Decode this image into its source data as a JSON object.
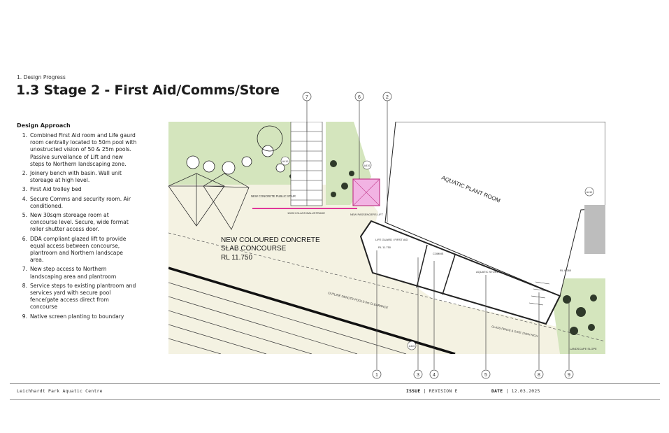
{
  "breadcrumb": "1. Design Progress",
  "title": "1.3 Stage 2 - First Aid/Comms/Store",
  "approach": {
    "heading": "Design Approach",
    "items": [
      {
        "num": "1.",
        "text": "Combined First Aid room and Life gaurd room centrally located to 50m pool with unostructed vision of 50 & 25m pools. Passive surveilance of Lift and new steps to Northern landscaping zone."
      },
      {
        "num": "2.",
        "text": "Joinery bench with basin. Wall unit storeage at high level."
      },
      {
        "num": "3.",
        "text": "First Aid trolley bed"
      },
      {
        "num": "4.",
        "text": "Secure Comms and security room. Air conditioned."
      },
      {
        "num": "5.",
        "text": "New 30sqm storeage room at concourse level. Secure, wide format roller shutter access door."
      },
      {
        "num": "6.",
        "text": "DDA compliant glazed lift to provide equal access between concourse, plantroom and Northern landscape area."
      },
      {
        "num": "7.",
        "text": "New step access to Northern landscaping area and plantroom"
      },
      {
        "num": "8.",
        "text": "Service steps to existing plantroom and services yard with secure pool fence/gate access direct from concourse"
      },
      {
        "num": "9.",
        "text": "Native screen planting to boundary"
      }
    ]
  },
  "plan": {
    "concourse_line1": "NEW COLOURED CONCRETE",
    "concourse_line2": "SLAB CONCOURSE",
    "concourse_rl": "RL 11.750",
    "plant_room": "AQUATIC PLANT ROOM",
    "public_stair": "NEW CONCRETE PUBLIC STAIR",
    "balustrade": "1000H GLASS BALUSTRADE",
    "passenger_lift": "NEW PASSENGERS LIFT",
    "first_aid": "LIFE GUARD / FIRST AID",
    "comms": "COMMS",
    "store": "AQUATIC STORE",
    "outline_note": "OUTLINE DENOTE POOLS 0m CLEARANCE",
    "glass_fence": "GLASS FENCE & GATE 1200H HIGH",
    "landscape_slope": "LANDSCAPE SLOPE",
    "rl_small": "RL 11.750",
    "rl_plant": "RL 9.260",
    "callouts": [
      "7",
      "6",
      "2",
      "1",
      "3",
      "4",
      "5",
      "8",
      "9"
    ],
    "section_tags": [
      "A410",
      "A410",
      "A410",
      "A410"
    ]
  },
  "colors": {
    "green": "#d4e5bd",
    "concourse": "#f4f2e2",
    "lift": "#f2b3e3",
    "magenta": "#e0379a"
  },
  "footer": {
    "project": "Leichhardt Park Aquatic Centre",
    "issue_label": "ISSUE",
    "issue_value": "REVISION E",
    "date_label": "DATE",
    "date_value": "12.03.2025"
  }
}
